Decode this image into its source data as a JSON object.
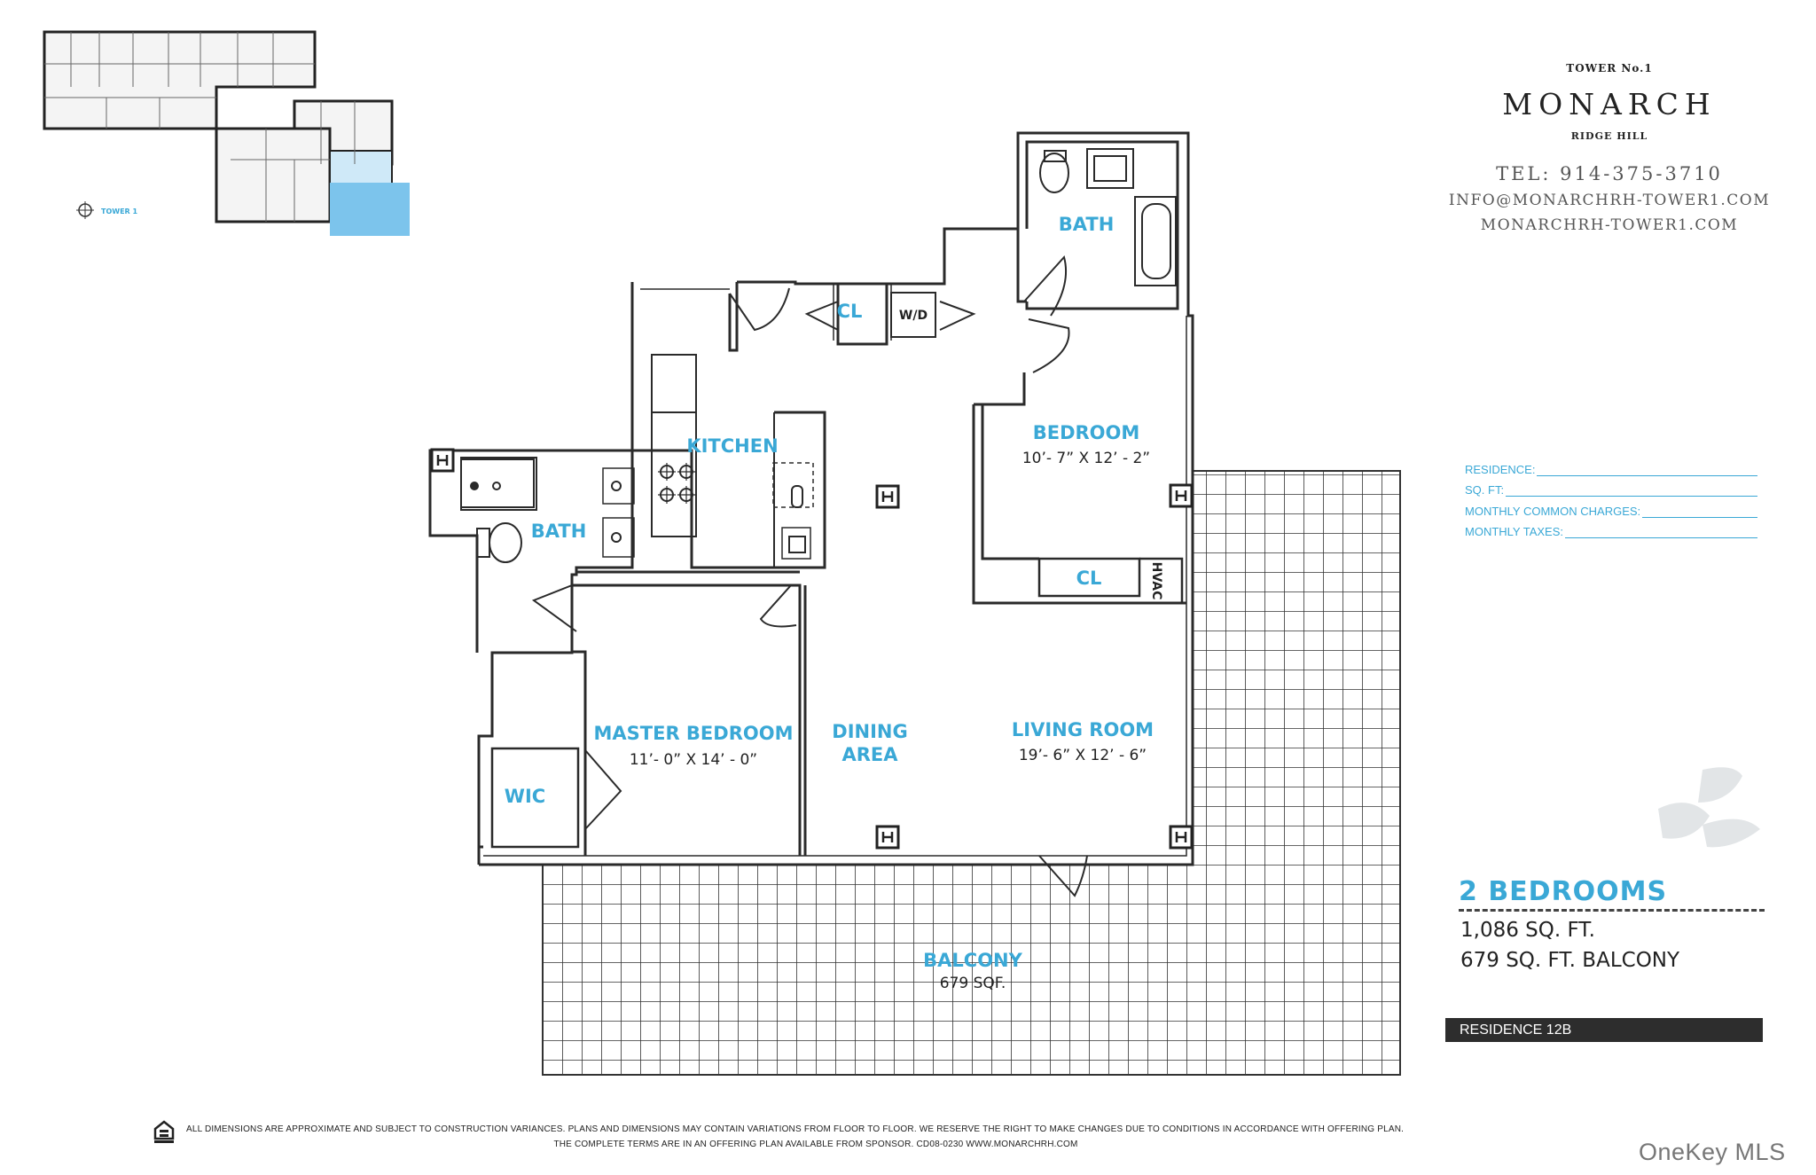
{
  "brand": {
    "tower": "TOWER No.1",
    "name": "MONARCH",
    "sub": "RIDGE HILL",
    "tel": "TEL: 914-375-3710",
    "email": "INFO@MONARCHRH-TOWER1.COM",
    "web": "MONARCHRH-TOWER1.COM"
  },
  "keyplan": {
    "label": "TOWER 1"
  },
  "rooms": {
    "bath_upper": "BATH",
    "closet_hall": "CL",
    "washer_dryer": "W/D",
    "bedroom": "BEDROOM",
    "bedroom_dim": "10’- 7” X 12’ - 2”",
    "kitchen": "KITCHEN",
    "bath_lower": "BATH",
    "closet_bedroom": "CL",
    "hvac": "HVAC",
    "master": "MASTER BEDROOM",
    "master_dim": "11’- 0” X 14’ - 0”",
    "dining_1": "DINING",
    "dining_2": "AREA",
    "living": "LIVING ROOM",
    "living_dim": "19’- 6” X 12’ - 6”",
    "wic": "WIC",
    "balcony": "BALCONY",
    "balcony_area": "679 SQF."
  },
  "form": {
    "residence": "RESIDENCE:",
    "sqft": "SQ. FT:",
    "common": "MONTHLY COMMON CHARGES:",
    "taxes": "MONTHLY TAXES:"
  },
  "summary": {
    "bedrooms": "2 BEDROOMS",
    "sqft": "1,086 SQ. FT.",
    "balcony": "679 SQ. FT. BALCONY",
    "residence": "RESIDENCE 12B"
  },
  "disclaimer": {
    "line1": "ALL DIMENSIONS ARE APPROXIMATE AND SUBJECT TO CONSTRUCTION VARIANCES. PLANS AND DIMENSIONS MAY CONTAIN VARIATIONS FROM FLOOR TO FLOOR. WE RESERVE THE RIGHT TO MAKE CHANGES DUE TO CONDITIONS IN ACCORDANCE WITH OFFERING PLAN.",
    "line2": "THE COMPLETE TERMS ARE IN AN OFFERING PLAN AVAILABLE FROM SPONSOR. CD08-0230    WWW.MONARCHRH.COM"
  },
  "watermark": "OneKey MLS",
  "colors": {
    "accent": "#3aa8d6",
    "wall": "#2a2a2a",
    "keyplan_highlight": "#7cc4ec"
  }
}
